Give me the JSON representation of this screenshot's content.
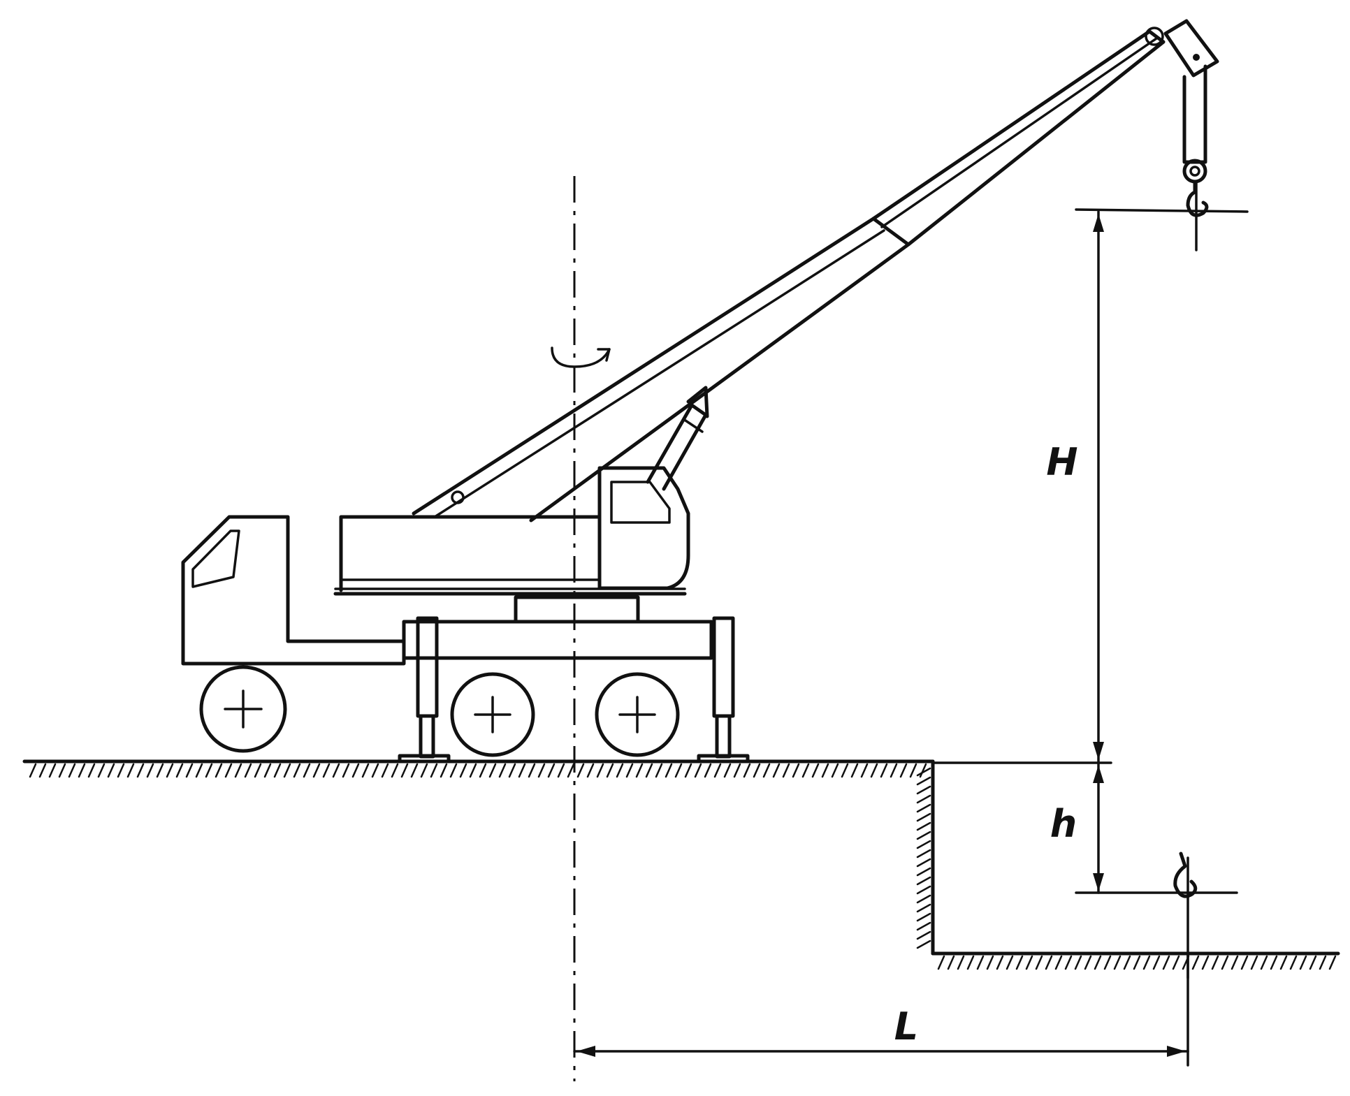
{
  "labels": {
    "height_above": "H",
    "depth_below": "h",
    "reach": "L"
  },
  "colors": {
    "ink": "#111111",
    "paper": "#ffffff"
  }
}
